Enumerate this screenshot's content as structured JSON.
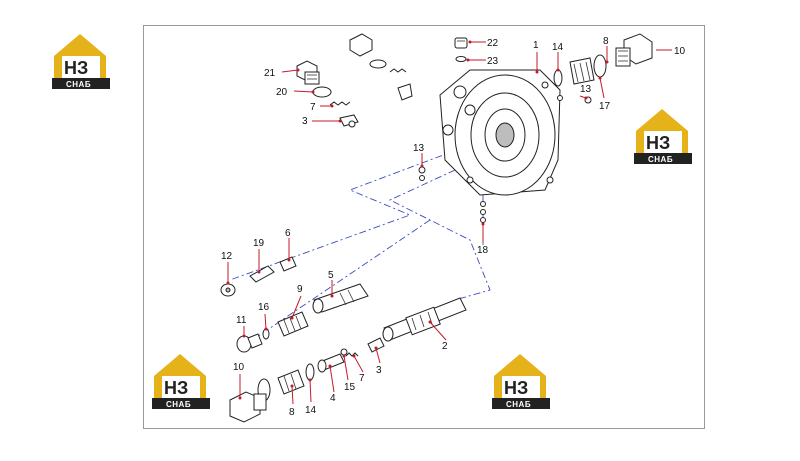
{
  "logo": {
    "letters": "НЗ",
    "tagline": "СНАБ",
    "colors": {
      "gold": "#e6b219",
      "dark": "#222222",
      "white": "#ffffff"
    }
  },
  "callouts": [
    "1",
    "2",
    "3",
    "4",
    "5",
    "6",
    "7",
    "8",
    "9",
    "10",
    "11",
    "12",
    "13",
    "14",
    "15",
    "16",
    "17",
    "18",
    "19",
    "20",
    "21",
    "22",
    "23"
  ],
  "colors": {
    "leader": "#c41a2a",
    "axis": "#3b4cc0",
    "frame": "#9a9a9a"
  }
}
